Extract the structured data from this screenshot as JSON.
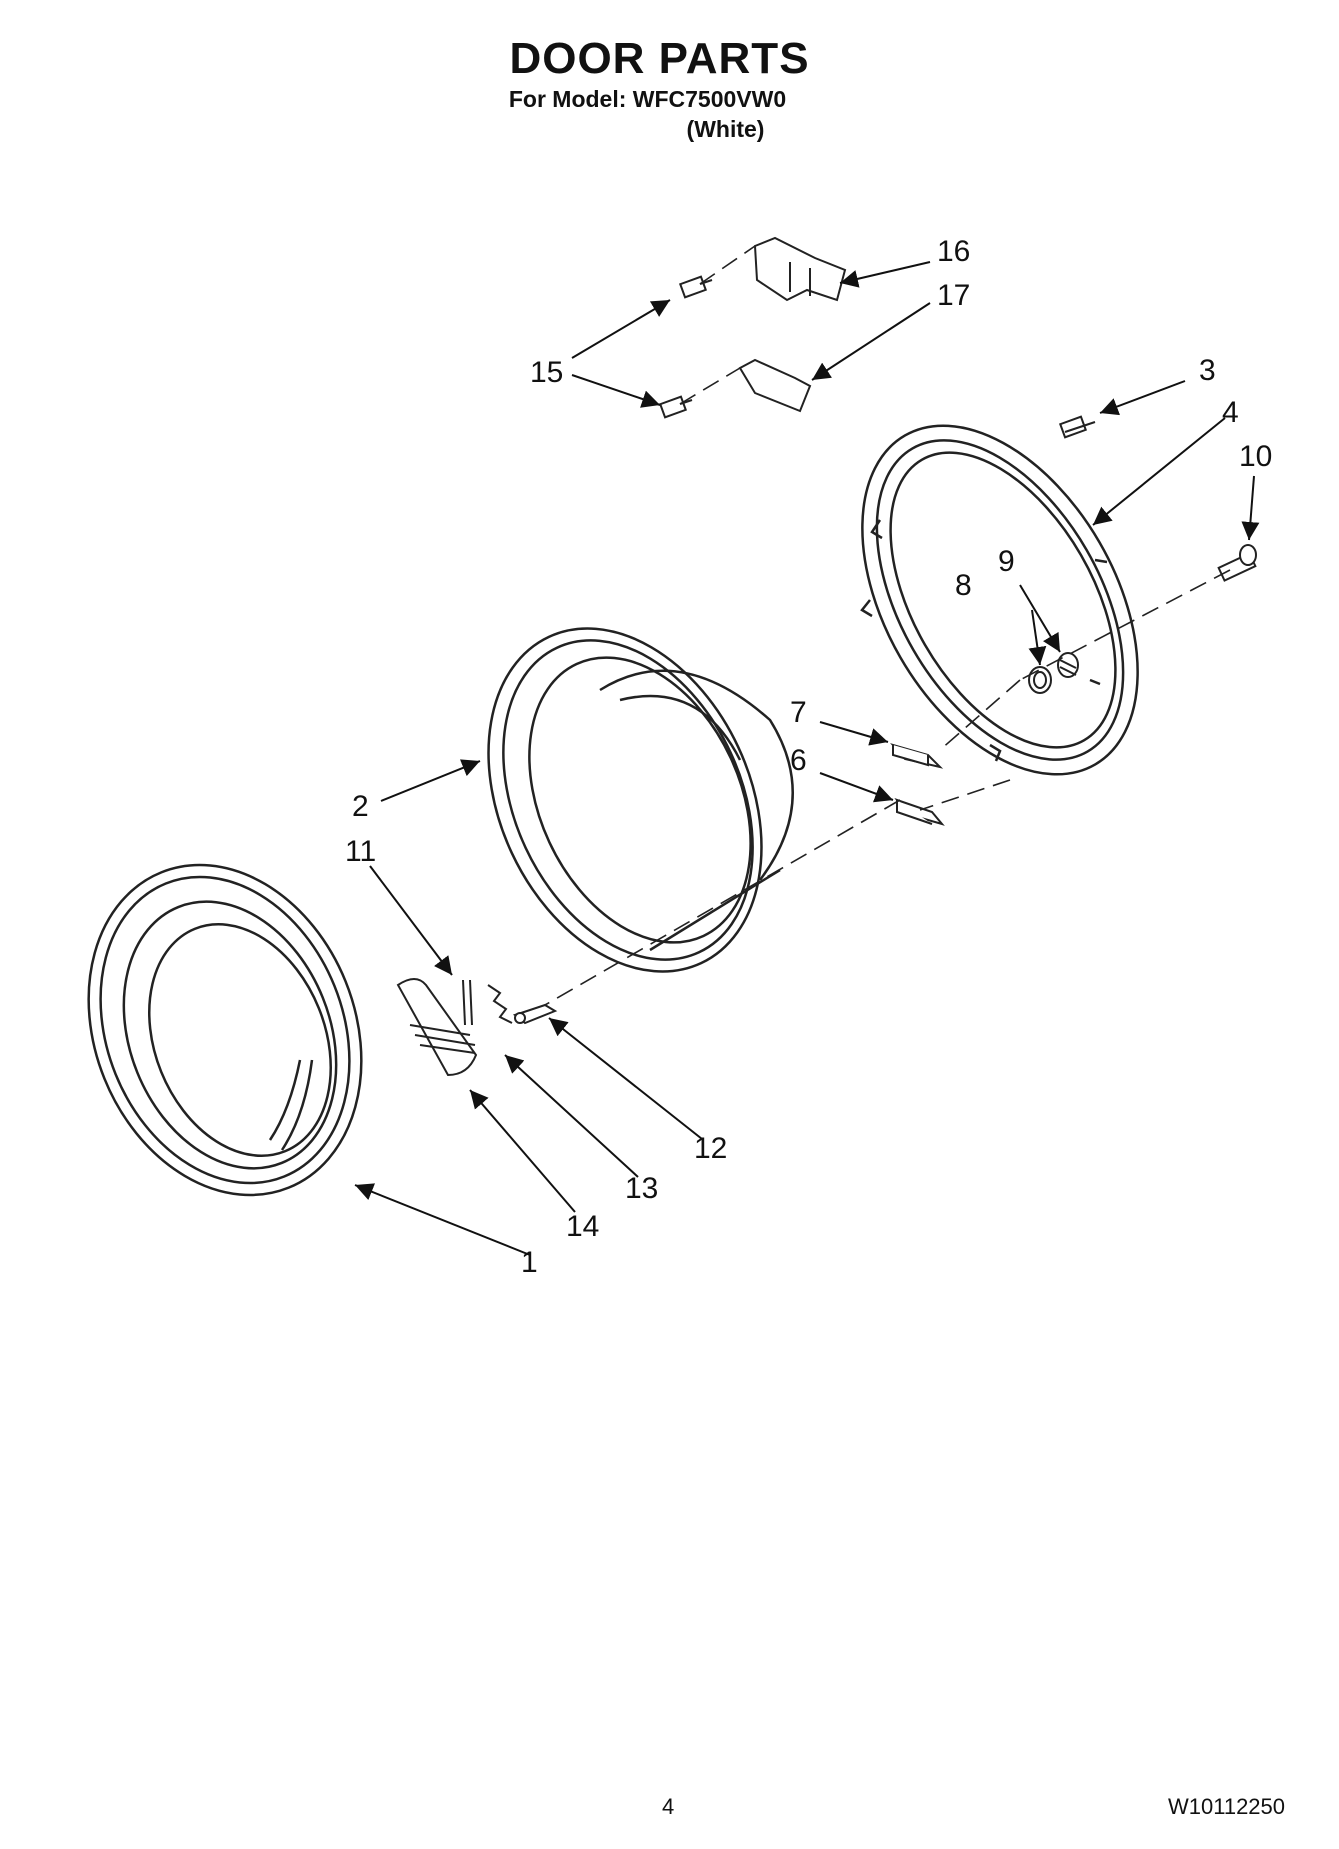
{
  "header": {
    "title": "DOOR PARTS",
    "model_line": "For Model: WFC7500VW0",
    "color_line": "(White)"
  },
  "footer": {
    "page_number": "4",
    "doc_number": "W10112250"
  },
  "callouts": [
    "1",
    "2",
    "3",
    "4",
    "6",
    "7",
    "8",
    "9",
    "10",
    "11",
    "12",
    "13",
    "14",
    "15",
    "16",
    "17"
  ]
}
